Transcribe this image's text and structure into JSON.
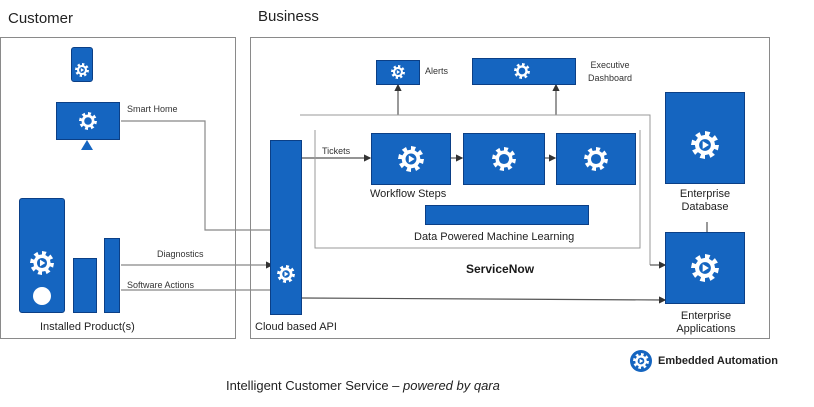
{
  "sections": {
    "customer": "Customer",
    "business": "Business"
  },
  "labels": {
    "smart_home": "Smart Home",
    "diagnostics": "Diagnostics",
    "software_actions": "Software Actions",
    "installed_products": "Installed Product(s)",
    "cloud_api": "Cloud based API",
    "alerts": "Alerts",
    "tickets": "Tickets",
    "executive_dashboard": "Executive Dashboard",
    "workflow_steps": "Workflow Steps",
    "data_ml": "Data Powered Machine Learning",
    "servicenow": "ServiceNow",
    "enterprise_database": "Enterprise Database",
    "enterprise_applications": "Enterprise Applications",
    "legend": "Embedded Automation"
  },
  "caption": {
    "main": "Intelligent Customer Service – ",
    "emph": "powered by qara"
  },
  "colors": {
    "blue": "#1565c0",
    "blue_dark": "#0b3f86",
    "panel_border": "#8a8a8a",
    "connector": "#888888"
  },
  "icons": [
    "gear-icon",
    "arrow-icon"
  ]
}
